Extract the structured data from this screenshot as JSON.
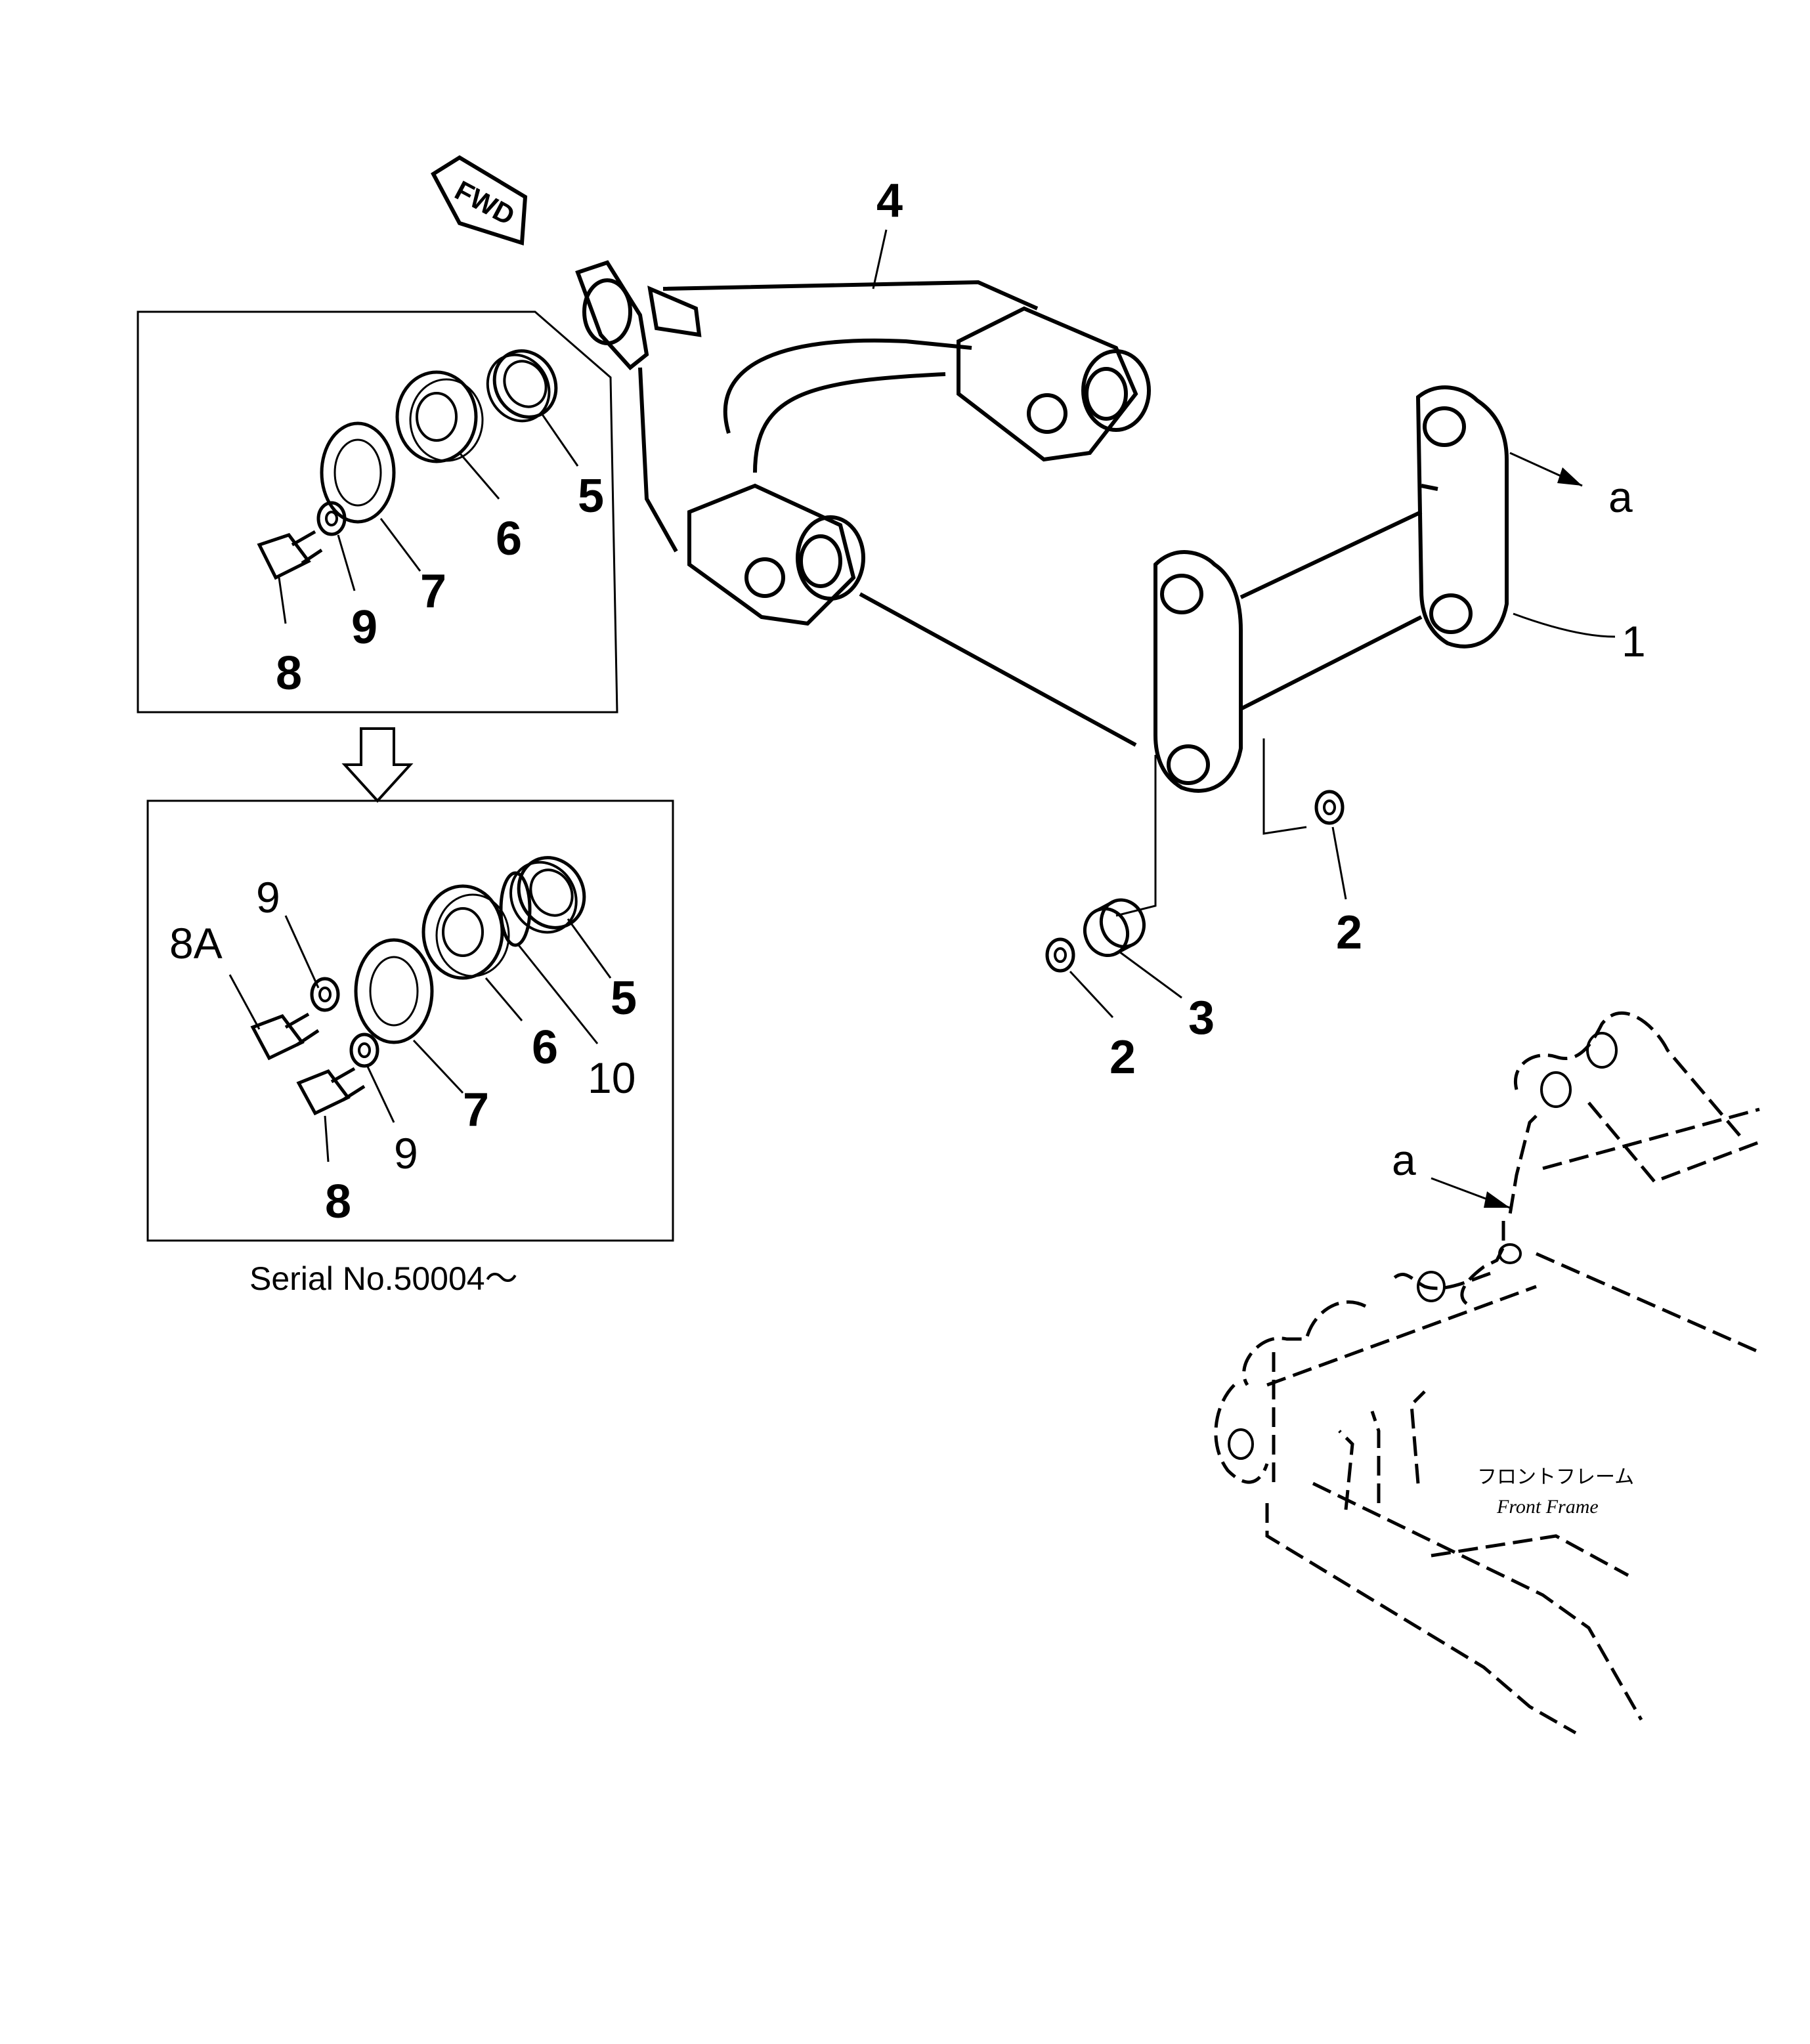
{
  "direction_tag": "FWD",
  "callouts": {
    "part_1": "1",
    "part_2_top": "2",
    "part_2_bottom": "2",
    "part_3": "3",
    "part_4": "4",
    "ref_a_right": "a",
    "ref_a_frame": "a",
    "inset_old": {
      "part_5": "5",
      "part_6": "6",
      "part_7": "7",
      "part_8": "8",
      "part_9": "9"
    },
    "inset_new": {
      "part_5": "5",
      "part_6": "6",
      "part_7": "7",
      "part_8": "8",
      "part_8A": "8A",
      "part_9_top": "9",
      "part_9_bottom": "9",
      "part_10": "10"
    }
  },
  "serial_note": "Serial No.50004～",
  "frame_label_jp": "フロントフレーム",
  "frame_label_en": "Front Frame"
}
